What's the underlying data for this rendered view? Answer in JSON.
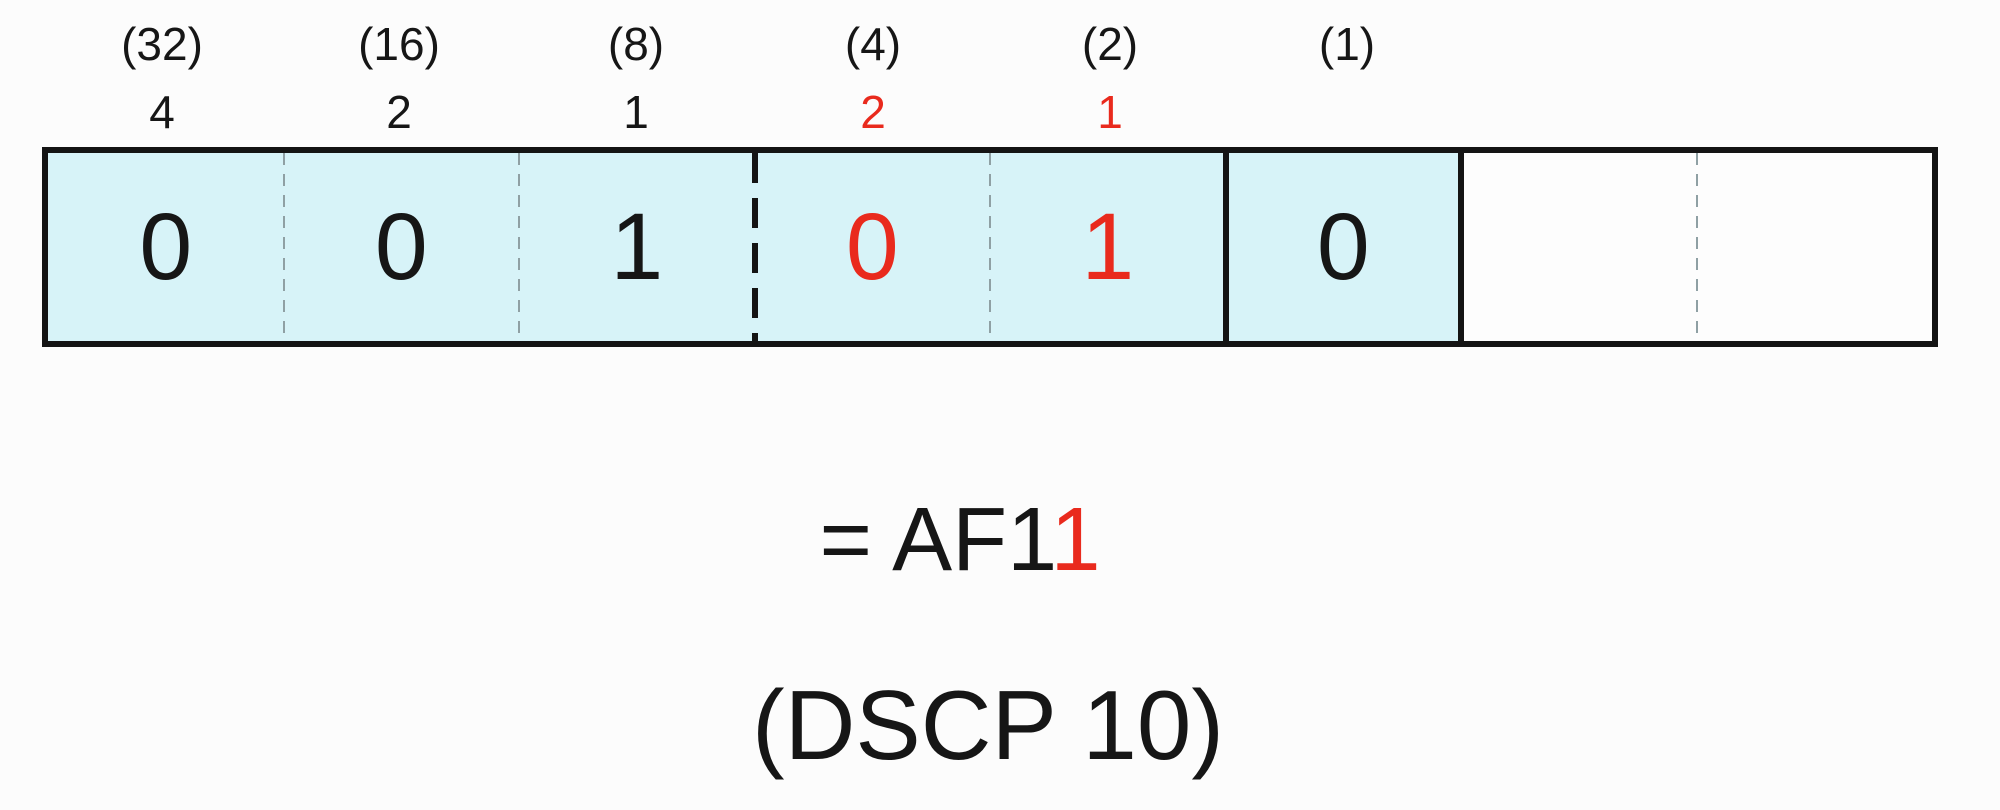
{
  "colors": {
    "highlight_red": "#e92a1d",
    "cell_fill_cyan": "#d7f3f8",
    "border_black": "#141414",
    "divider_gray": "#8fa0a4",
    "background": "#fcfcfc"
  },
  "bit_weights": [
    "(32)",
    "(16)",
    "(8)",
    "(4)",
    "(2)",
    "(1)"
  ],
  "sub_weights": [
    {
      "text": "4",
      "color": "black"
    },
    {
      "text": "2",
      "color": "black"
    },
    {
      "text": "1",
      "color": "black"
    },
    {
      "text": "2",
      "color": "red"
    },
    {
      "text": "1",
      "color": "red"
    }
  ],
  "bits": [
    {
      "value": "0",
      "color": "black"
    },
    {
      "value": "0",
      "color": "black"
    },
    {
      "value": "1",
      "color": "black"
    },
    {
      "value": "0",
      "color": "red"
    },
    {
      "value": "1",
      "color": "red"
    },
    {
      "value": "0",
      "color": "black"
    },
    {
      "value": "",
      "color": "none"
    },
    {
      "value": "",
      "color": "none"
    }
  ],
  "result": {
    "prefix": "= AF1",
    "highlight": "1"
  },
  "caption": "(DSCP 10)"
}
